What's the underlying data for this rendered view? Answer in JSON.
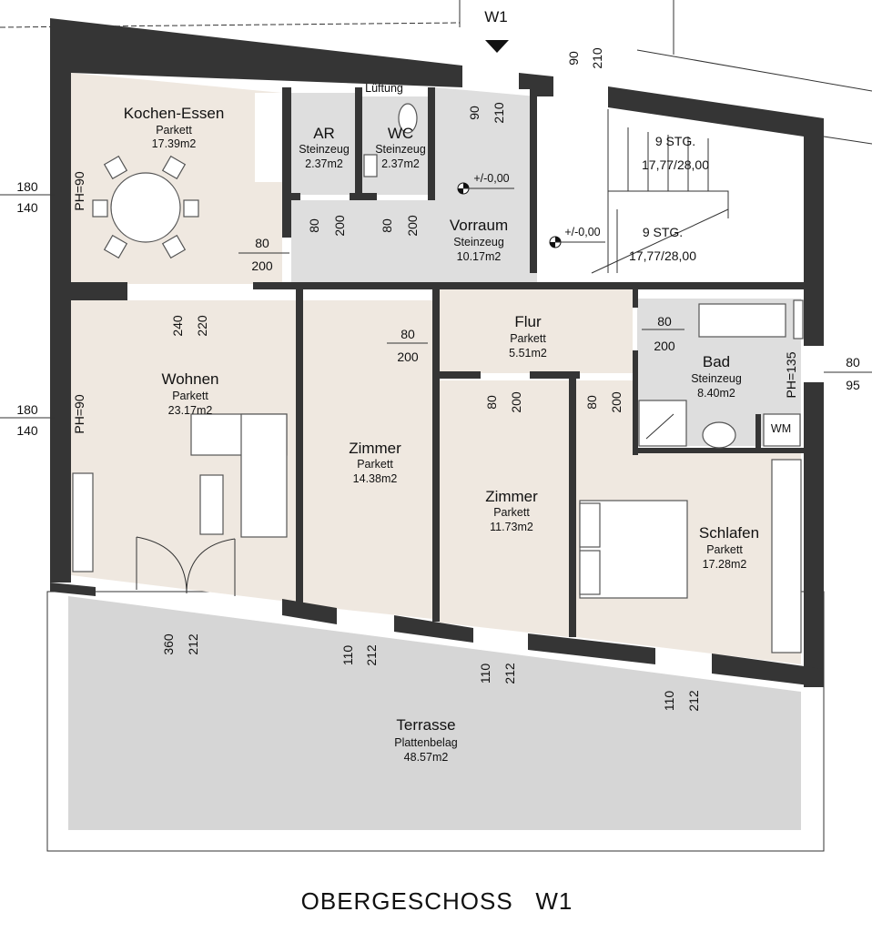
{
  "plan": {
    "title": "OBERGESCHOSS   W1",
    "unit_marker": "W1",
    "rooms": {
      "kochen": {
        "name": "Kochen-Essen",
        "floor": "Parkett",
        "area": "17.39m2"
      },
      "ar": {
        "name": "AR",
        "floor": "Steinzeug",
        "area": "2.37m2"
      },
      "wc": {
        "name": "WC",
        "floor": "Steinzeug",
        "area": "2.37m2"
      },
      "vorraum": {
        "name": "Vorraum",
        "floor": "Steinzeug",
        "area": "10.17m2"
      },
      "wohnen": {
        "name": "Wohnen",
        "floor": "Parkett",
        "area": "23.17m2"
      },
      "zimmer1": {
        "name": "Zimmer",
        "floor": "Parkett",
        "area": "14.38m2"
      },
      "flur": {
        "name": "Flur",
        "floor": "Parkett",
        "area": "5.51m2"
      },
      "zimmer2": {
        "name": "Zimmer",
        "floor": "Parkett",
        "area": "11.73m2"
      },
      "bad": {
        "name": "Bad",
        "floor": "Steinzeug",
        "area": "8.40m2"
      },
      "schlafen": {
        "name": "Schlafen",
        "floor": "Parkett",
        "area": "17.28m2"
      },
      "terrasse": {
        "name": "Terrasse",
        "floor": "Plattenbelag",
        "area": "48.57m2"
      }
    },
    "labels": {
      "lueftung": "Lüftung",
      "wm": "WM",
      "level1": "+/-0,00",
      "level2": "+/-0,00",
      "stair1_steps": "9 STG.",
      "stair1_dim": "17,77/28,00",
      "stair2_steps": "9 STG.",
      "stair2_dim": "17,77/28,00",
      "ph_kochen": "PH=90",
      "ph_wohnen": "PH=90",
      "ph_bad": "PH=135"
    },
    "dims": {
      "win_k_w": "180",
      "win_k_h": "140",
      "win_w_w": "180",
      "win_w_h": "140",
      "door_k_w": "80",
      "door_k_h": "200",
      "open_w": "240",
      "open_h": "220",
      "door_ar_w": "80",
      "door_ar_h": "200",
      "door_wc_w": "80",
      "door_wc_h": "200",
      "entry_w": "90",
      "entry_h": "210",
      "stair_door_w": "90",
      "stair_door_h": "210",
      "door_z1_w": "80",
      "door_z1_h": "200",
      "door_bad_w": "80",
      "door_bad_h": "200",
      "door_z2_w": "80",
      "door_z2_h": "200",
      "door_s_w": "80",
      "door_s_h": "200",
      "win_bad_w": "80",
      "win_bad_h": "95",
      "terr_w_w": "360",
      "terr_w_h": "212",
      "terr_z1_w": "110",
      "terr_z1_h": "212",
      "terr_z2_w": "110",
      "terr_z2_h": "212",
      "terr_s_w": "110",
      "terr_s_h": "212"
    }
  }
}
